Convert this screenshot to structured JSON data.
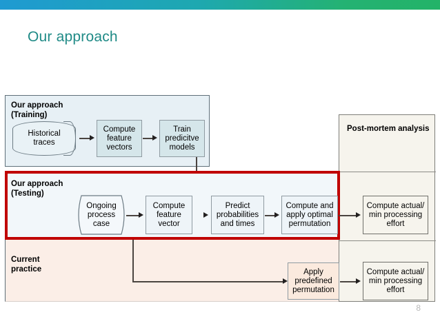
{
  "slide": {
    "title": "Our approach",
    "page_number": "8",
    "accent_gradient_start": "#1f9ad2",
    "accent_gradient_end": "#23b368",
    "title_color": "#1f8a86",
    "highlight_color": "#c00000"
  },
  "diagram": {
    "bands": [
      {
        "id": "training",
        "label_line1": "Our approach",
        "label_line2": "(Training)",
        "fill": "#e7f0f5"
      },
      {
        "id": "testing",
        "label_line1": "Our approach",
        "label_line2": "(Testing)",
        "fill": "#f2f7fa",
        "highlighted": true
      },
      {
        "id": "current",
        "label_line1": "Current",
        "label_line2": "practice",
        "fill": "#fbeee7"
      }
    ],
    "postmortem": {
      "title": "Post-mortem analysis",
      "fill": "#f6f4ed"
    },
    "nodes": {
      "historical_traces": "Historical\ntraces",
      "compute_feature_vectors": "Compute\nfeature\nvectors",
      "train_predictive_models": "Train\npredicitve\nmodels",
      "ongoing_process_case": "Ongoing\nprocess\ncase",
      "compute_feature_vector": "Compute\nfeature\nvector",
      "predict_probabilities": "Predict\nprobabilities\nand times",
      "compute_apply_permutation": "Compute and\napply optimal\npermutation",
      "pm_effort_testing": "Compute actual/\nmin processing\neffort",
      "apply_predefined_permutation": "Apply\npredefined\npermutation",
      "pm_effort_current": "Compute actual/\nmin processing\neffort"
    }
  }
}
